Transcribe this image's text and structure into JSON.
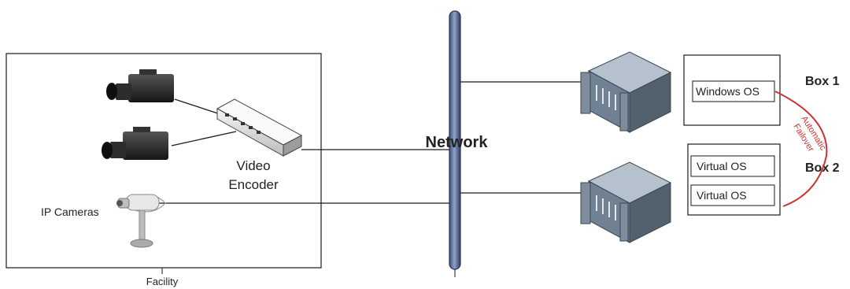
{
  "labels": {
    "network": "Network",
    "video_encoder_line1": "Video",
    "video_encoder_line2": "Encoder",
    "ip_cameras": "IP Cameras",
    "facility": "Facility",
    "box1": "Box 1",
    "box2": "Box 2",
    "windows_os": "Windows OS",
    "virtual_os_1": "Virtual OS",
    "virtual_os_2": "Virtual OS",
    "failover_line1": "Automatic",
    "failover_line2": "Failover"
  },
  "colors": {
    "line": "#1a1a1a",
    "network_bar_top": "#8ea3c8",
    "network_bar_bottom": "#3d4f78",
    "failover": "#cc3333",
    "server_top": "#aab7c4",
    "server_front": "#6d7f8f",
    "server_side": "#4d5d6b",
    "camera_body": "#2a2a2a"
  },
  "icons": [
    "box-camera-icon",
    "video-encoder-icon",
    "ip-camera-icon",
    "rack-server-icon"
  ]
}
